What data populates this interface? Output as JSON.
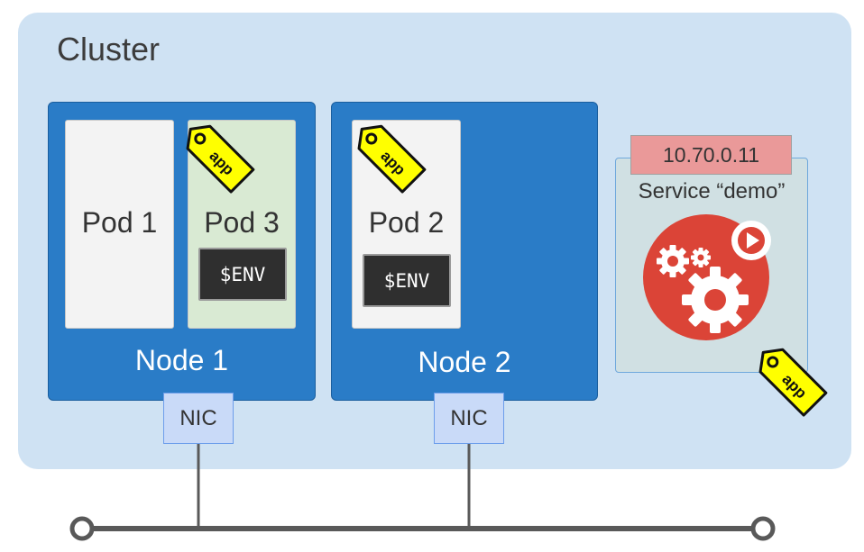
{
  "cluster": {
    "title": "Cluster"
  },
  "nodes": [
    {
      "label": "Node 1"
    },
    {
      "label": "Node 2"
    }
  ],
  "pods": [
    {
      "label": "Pod 1"
    },
    {
      "label": "Pod 3",
      "env": "$ENV",
      "tag": "app"
    },
    {
      "label": "Pod 2",
      "env": "$ENV",
      "tag": "app"
    }
  ],
  "nics": [
    {
      "label": "NIC"
    },
    {
      "label": "NIC"
    }
  ],
  "service": {
    "ip": "10.70.0.11",
    "name": "Service “demo”",
    "tag": "app"
  },
  "colors": {
    "cluster_bg": "#cfe2f3",
    "node": "#2a7cc7",
    "pod3_bg": "#d9ead3",
    "tag": "#ffff00",
    "service_ip": "#ea9999",
    "service_icon": "#db4437",
    "nic": "#c9daf8"
  },
  "icons": [
    "label-tag-icon",
    "gears-play-icon"
  ]
}
